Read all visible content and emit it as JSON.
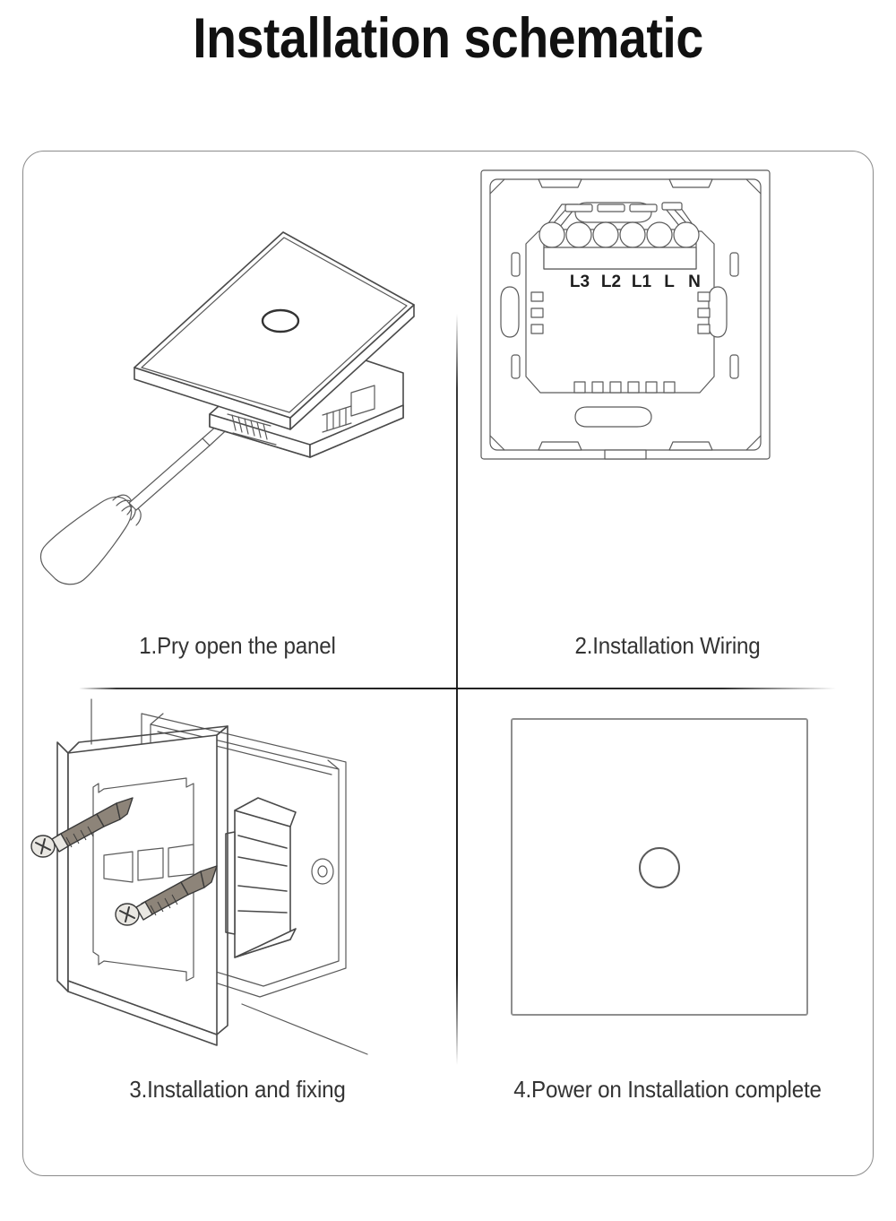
{
  "page": {
    "title": "Installation schematic",
    "background_color": "#ffffff",
    "card_border_color": "#8b8b8b",
    "line_color": "#4a4a4a",
    "text_color": "#333333"
  },
  "steps": [
    {
      "number": "1",
      "caption": "1.Pry open the panel",
      "figure": "touch-panel-pried-open-with-screwdriver"
    },
    {
      "number": "2",
      "caption": "2.Installation Wiring",
      "figure": "switch-base-terminal-block-front-view"
    },
    {
      "number": "3",
      "caption": "3.Installation and fixing",
      "figure": "mounting-frame-with-screws-into-wall-box"
    },
    {
      "number": "4",
      "caption": "4.Power on Installation complete",
      "figure": "finished-switch-panel-front-view"
    }
  ],
  "wiring": {
    "terminal_labels": [
      "L3",
      "L2",
      "L1",
      "L",
      "N"
    ],
    "terminal_count": 5
  }
}
